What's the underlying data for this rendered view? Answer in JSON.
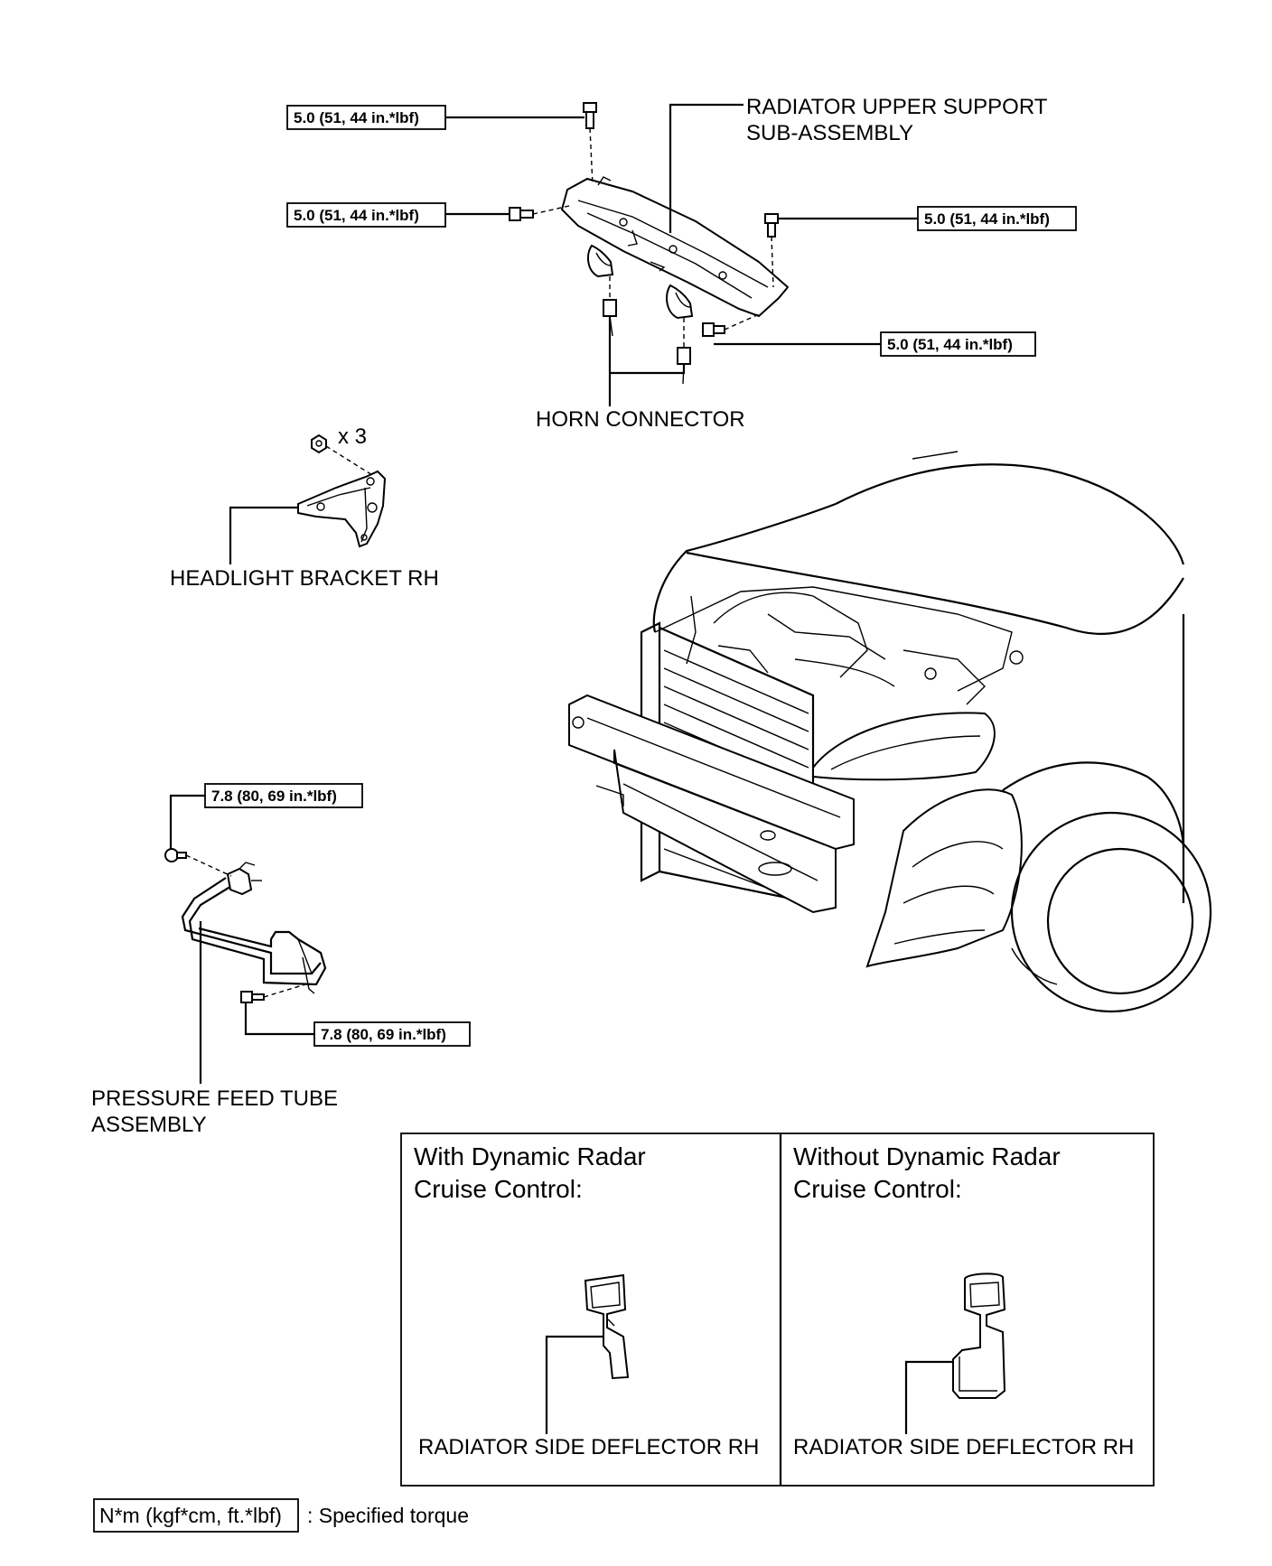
{
  "labels": {
    "radiator_upper_support": [
      "RADIATOR UPPER SUPPORT",
      "SUB-ASSEMBLY"
    ],
    "horn_connector": "HORN CONNECTOR",
    "quantity": "x 3",
    "headlight_bracket": "HEADLIGHT BRACKET RH",
    "pressure_feed_tube": [
      "PRESSURE FEED TUBE",
      "ASSEMBLY"
    ]
  },
  "torques": {
    "upper_top_bolt": "5.0 (51, 44 in.*lbf)",
    "upper_left_bolt": "5.0 (51, 44 in.*lbf)",
    "upper_right_bolt": "5.0 (51, 44 in.*lbf)",
    "horn_bolt": "5.0 (51, 44 in.*lbf)",
    "tube_top_bolt": "7.8 (80, 69 in.*lbf)",
    "tube_bottom_bolt": "7.8 (80, 69 in.*lbf)"
  },
  "variants": {
    "with": {
      "title": [
        "With Dynamic Radar",
        "Cruise Control:"
      ],
      "part_label": "RADIATOR SIDE DEFLECTOR RH"
    },
    "without": {
      "title": [
        "Without Dynamic Radar",
        "Cruise Control:"
      ],
      "part_label": "RADIATOR SIDE DEFLECTOR RH"
    }
  },
  "legend": {
    "unit_box": "N*m (kgf*cm, ft.*lbf)",
    "description": ": Specified torque"
  }
}
